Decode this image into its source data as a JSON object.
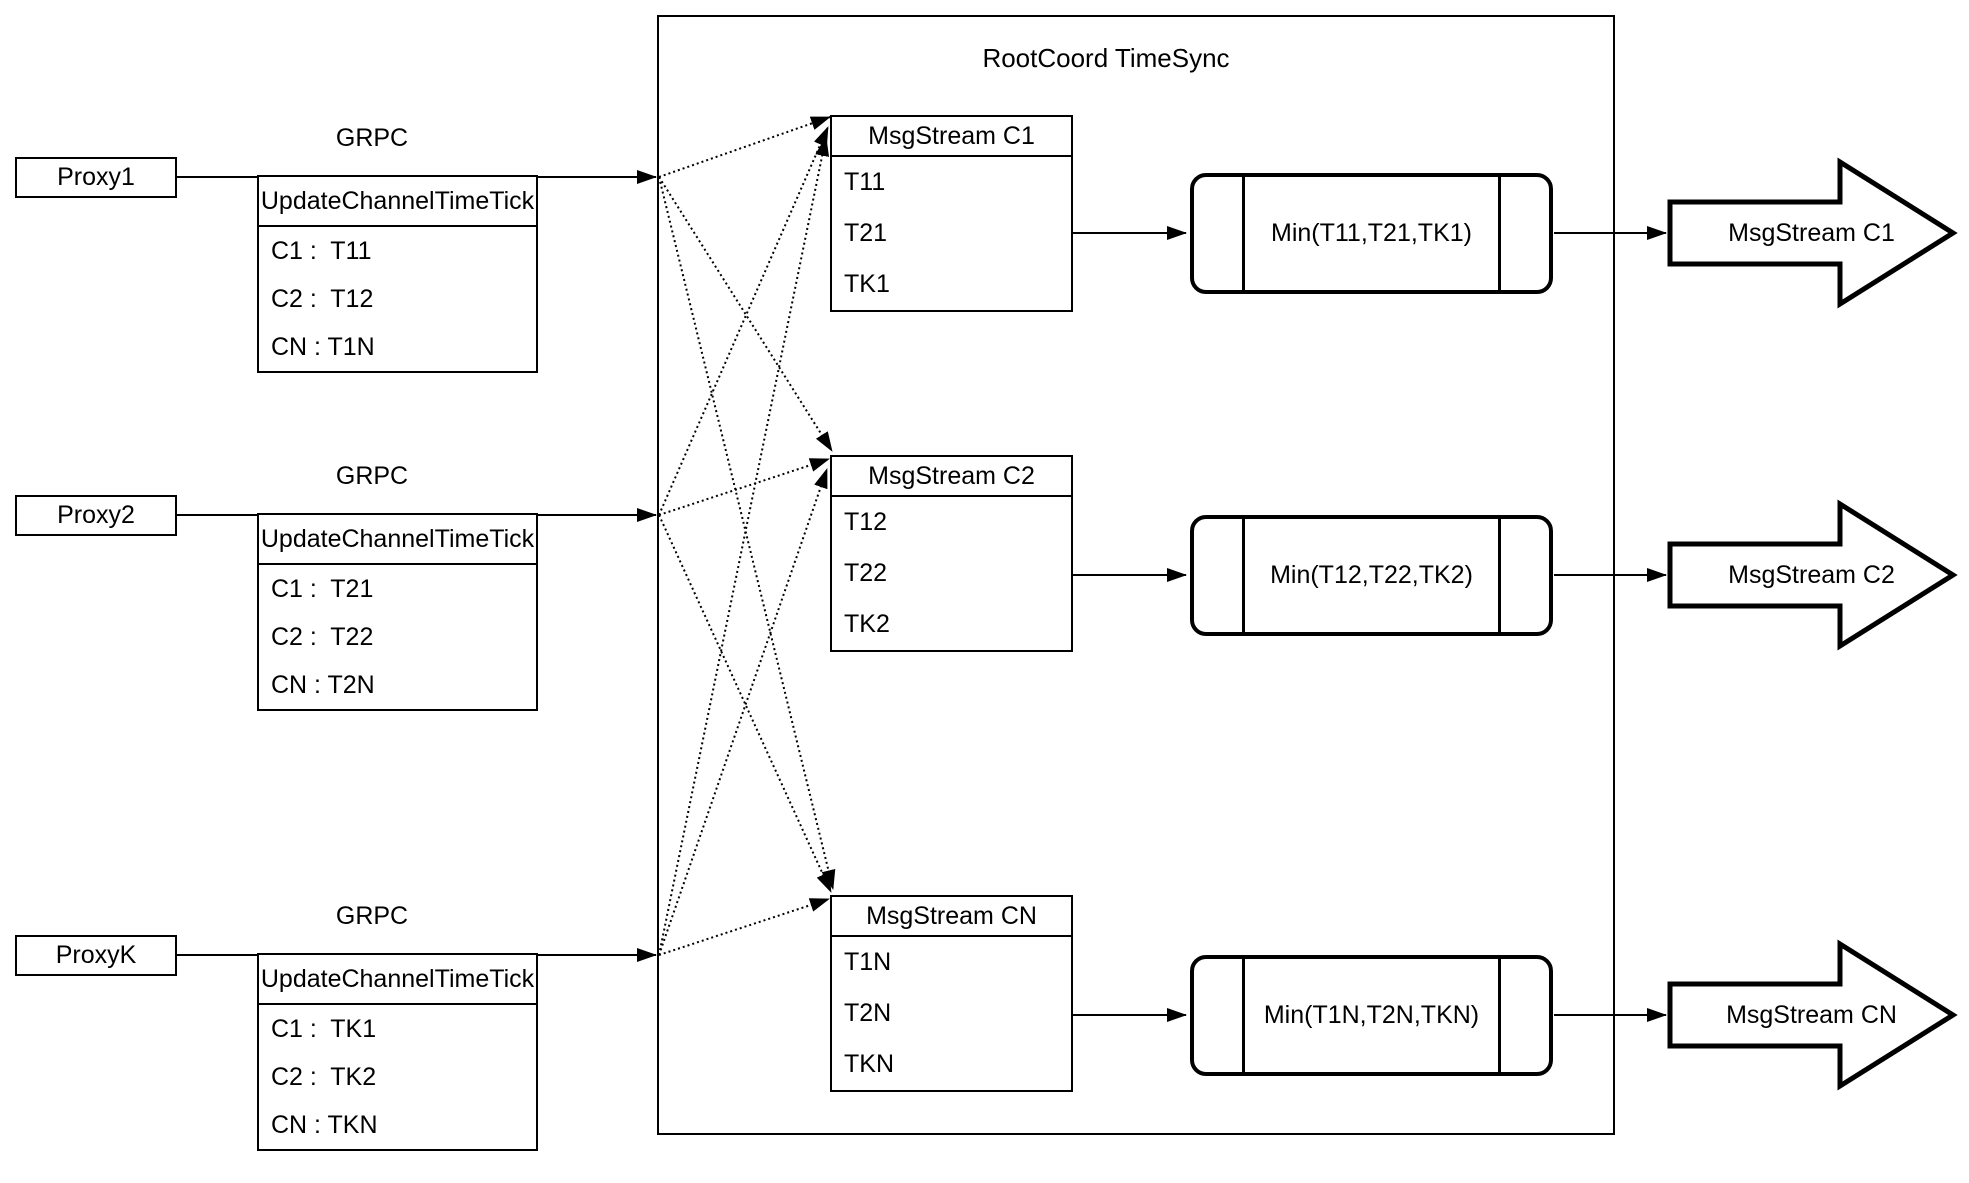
{
  "title": "RootCoord TimeSync",
  "colors": {
    "stroke": "#000000",
    "background": "#ffffff"
  },
  "proxies": [
    {
      "name": "Proxy1",
      "protocol": "GRPC",
      "message": {
        "header": "UpdateChannelTimeTick",
        "rows": [
          "C1 :  T11",
          "C2 :  T12",
          "CN : T1N"
        ]
      }
    },
    {
      "name": "Proxy2",
      "protocol": "GRPC",
      "message": {
        "header": "UpdateChannelTimeTick",
        "rows": [
          "C1 :  T21",
          "C2 :  T22",
          "CN : T2N"
        ]
      }
    },
    {
      "name": "ProxyK",
      "protocol": "GRPC",
      "message": {
        "header": "UpdateChannelTimeTick",
        "rows": [
          "C1 :  TK1",
          "C2 :  TK2",
          "CN : TKN"
        ]
      }
    }
  ],
  "streams": [
    {
      "buffer_header": "MsgStream C1",
      "ticks": [
        "T11",
        "T21",
        "TK1"
      ],
      "min_label": "Min(T11,T21,TK1)",
      "output_label": "MsgStream C1"
    },
    {
      "buffer_header": "MsgStream C2",
      "ticks": [
        "T12",
        "T22",
        "TK2"
      ],
      "min_label": "Min(T12,T22,TK2)",
      "output_label": "MsgStream C2"
    },
    {
      "buffer_header": "MsgStream CN",
      "ticks": [
        "T1N",
        "T2N",
        "TKN"
      ],
      "min_label": "Min(T1N,T2N,TKN)",
      "output_label": "MsgStream CN"
    }
  ]
}
